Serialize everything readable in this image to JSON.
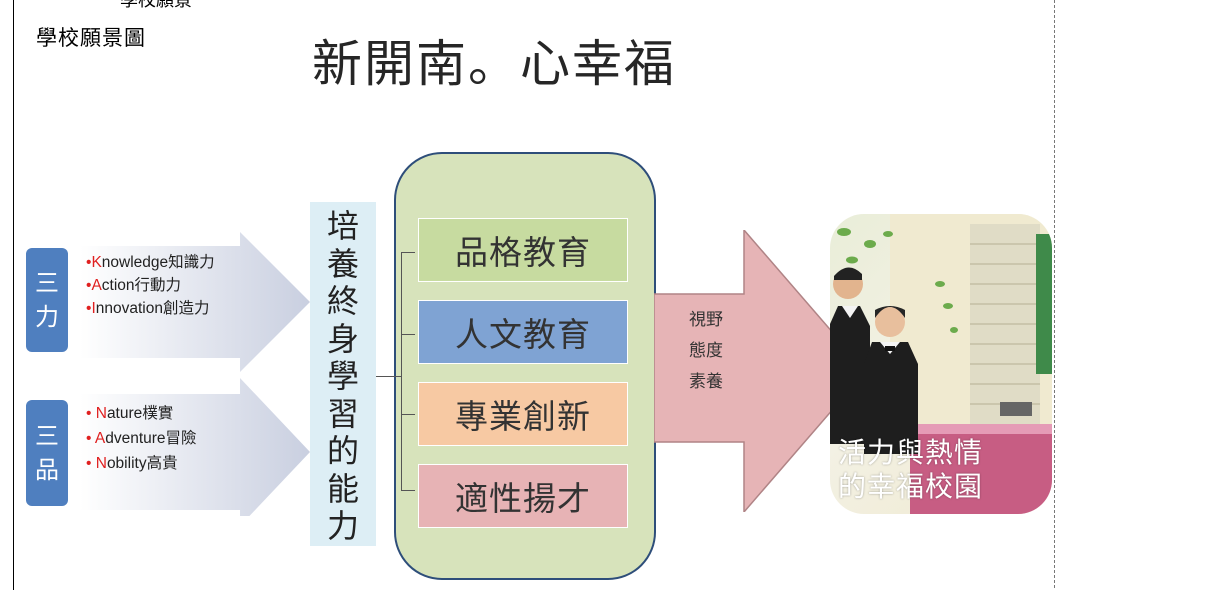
{
  "page": {
    "top_cut_text": "學校願景",
    "label": "學校願景圖"
  },
  "slide": {
    "title": "新開南。心幸福",
    "three_powers": {
      "tag": [
        "三",
        "力"
      ],
      "items": [
        {
          "cap": "K",
          "rest": "nowledge知識力"
        },
        {
          "cap": "A",
          "rest": "ction行動力"
        },
        {
          "cap": "I",
          "rest": "nnovation創造力"
        }
      ]
    },
    "three_qualities": {
      "tag": [
        "三",
        "品"
      ],
      "items": [
        {
          "cap": "N",
          "rest": "ature樸實"
        },
        {
          "cap": "A",
          "rest": "dventure冒險"
        },
        {
          "cap": "N",
          "rest": "obility高貴"
        }
      ]
    },
    "vertical_text": [
      "培",
      "養",
      "終",
      "身",
      "學",
      "習",
      "的",
      "能",
      "力"
    ],
    "boxes": [
      {
        "label": "品格教育",
        "color": "#c7dba0"
      },
      {
        "label": "人文教育",
        "color": "#7fa3d3"
      },
      {
        "label": "專業創新",
        "color": "#f7c9a3"
      },
      {
        "label": "適性揚才",
        "color": "#e7b3b5"
      }
    ],
    "arrow_text": [
      "視野",
      "態度",
      "素養"
    ],
    "photo_caption": [
      "活力與熱情",
      "的幸福校園"
    ]
  },
  "colors": {
    "accent_blue": "#4f7fbf",
    "container_green": "#d7e3bb",
    "arrow_pink": "#e6b4b6",
    "bullet_red": "#e02020"
  }
}
